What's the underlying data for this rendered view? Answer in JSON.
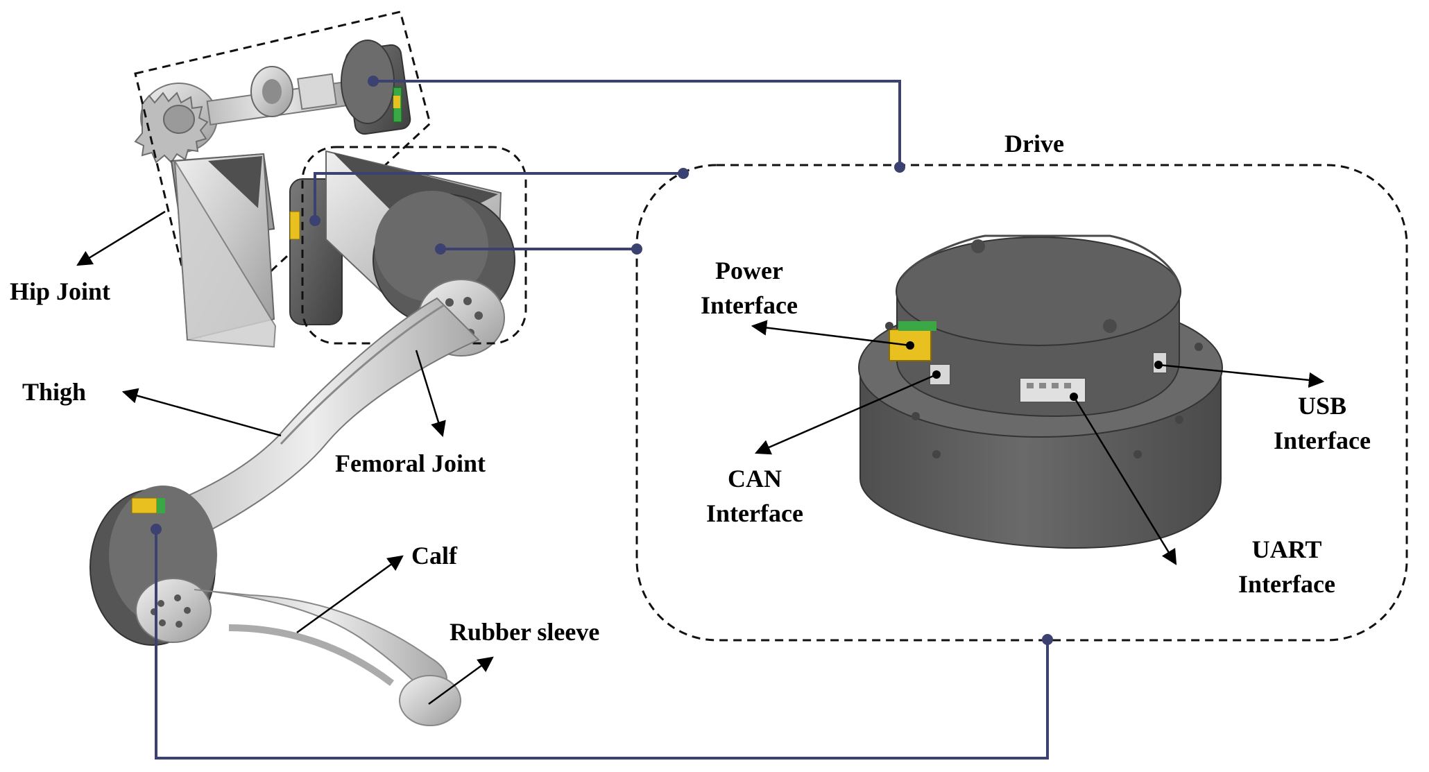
{
  "labels": {
    "hip_joint": "Hip Joint",
    "thigh": "Thigh",
    "femoral_joint": "Femoral Joint",
    "calf": "Calf",
    "rubber_sleeve": "Rubber sleeve",
    "drive": "Drive",
    "power_interface": [
      "Power",
      "Interface"
    ],
    "can_interface": [
      "CAN",
      "Interface"
    ],
    "usb_interface": [
      "USB",
      "Interface"
    ],
    "uart_interface": [
      "UART",
      "Interface"
    ]
  },
  "colors": {
    "connector_line": "#3b4170",
    "dashed_outline": "#111111",
    "metal_light": "#d4d4d4",
    "metal_dark": "#5a5a5a",
    "drive_body": "#555555",
    "connector_yellow": "#e8c020",
    "pcb_green": "#3aa845"
  }
}
